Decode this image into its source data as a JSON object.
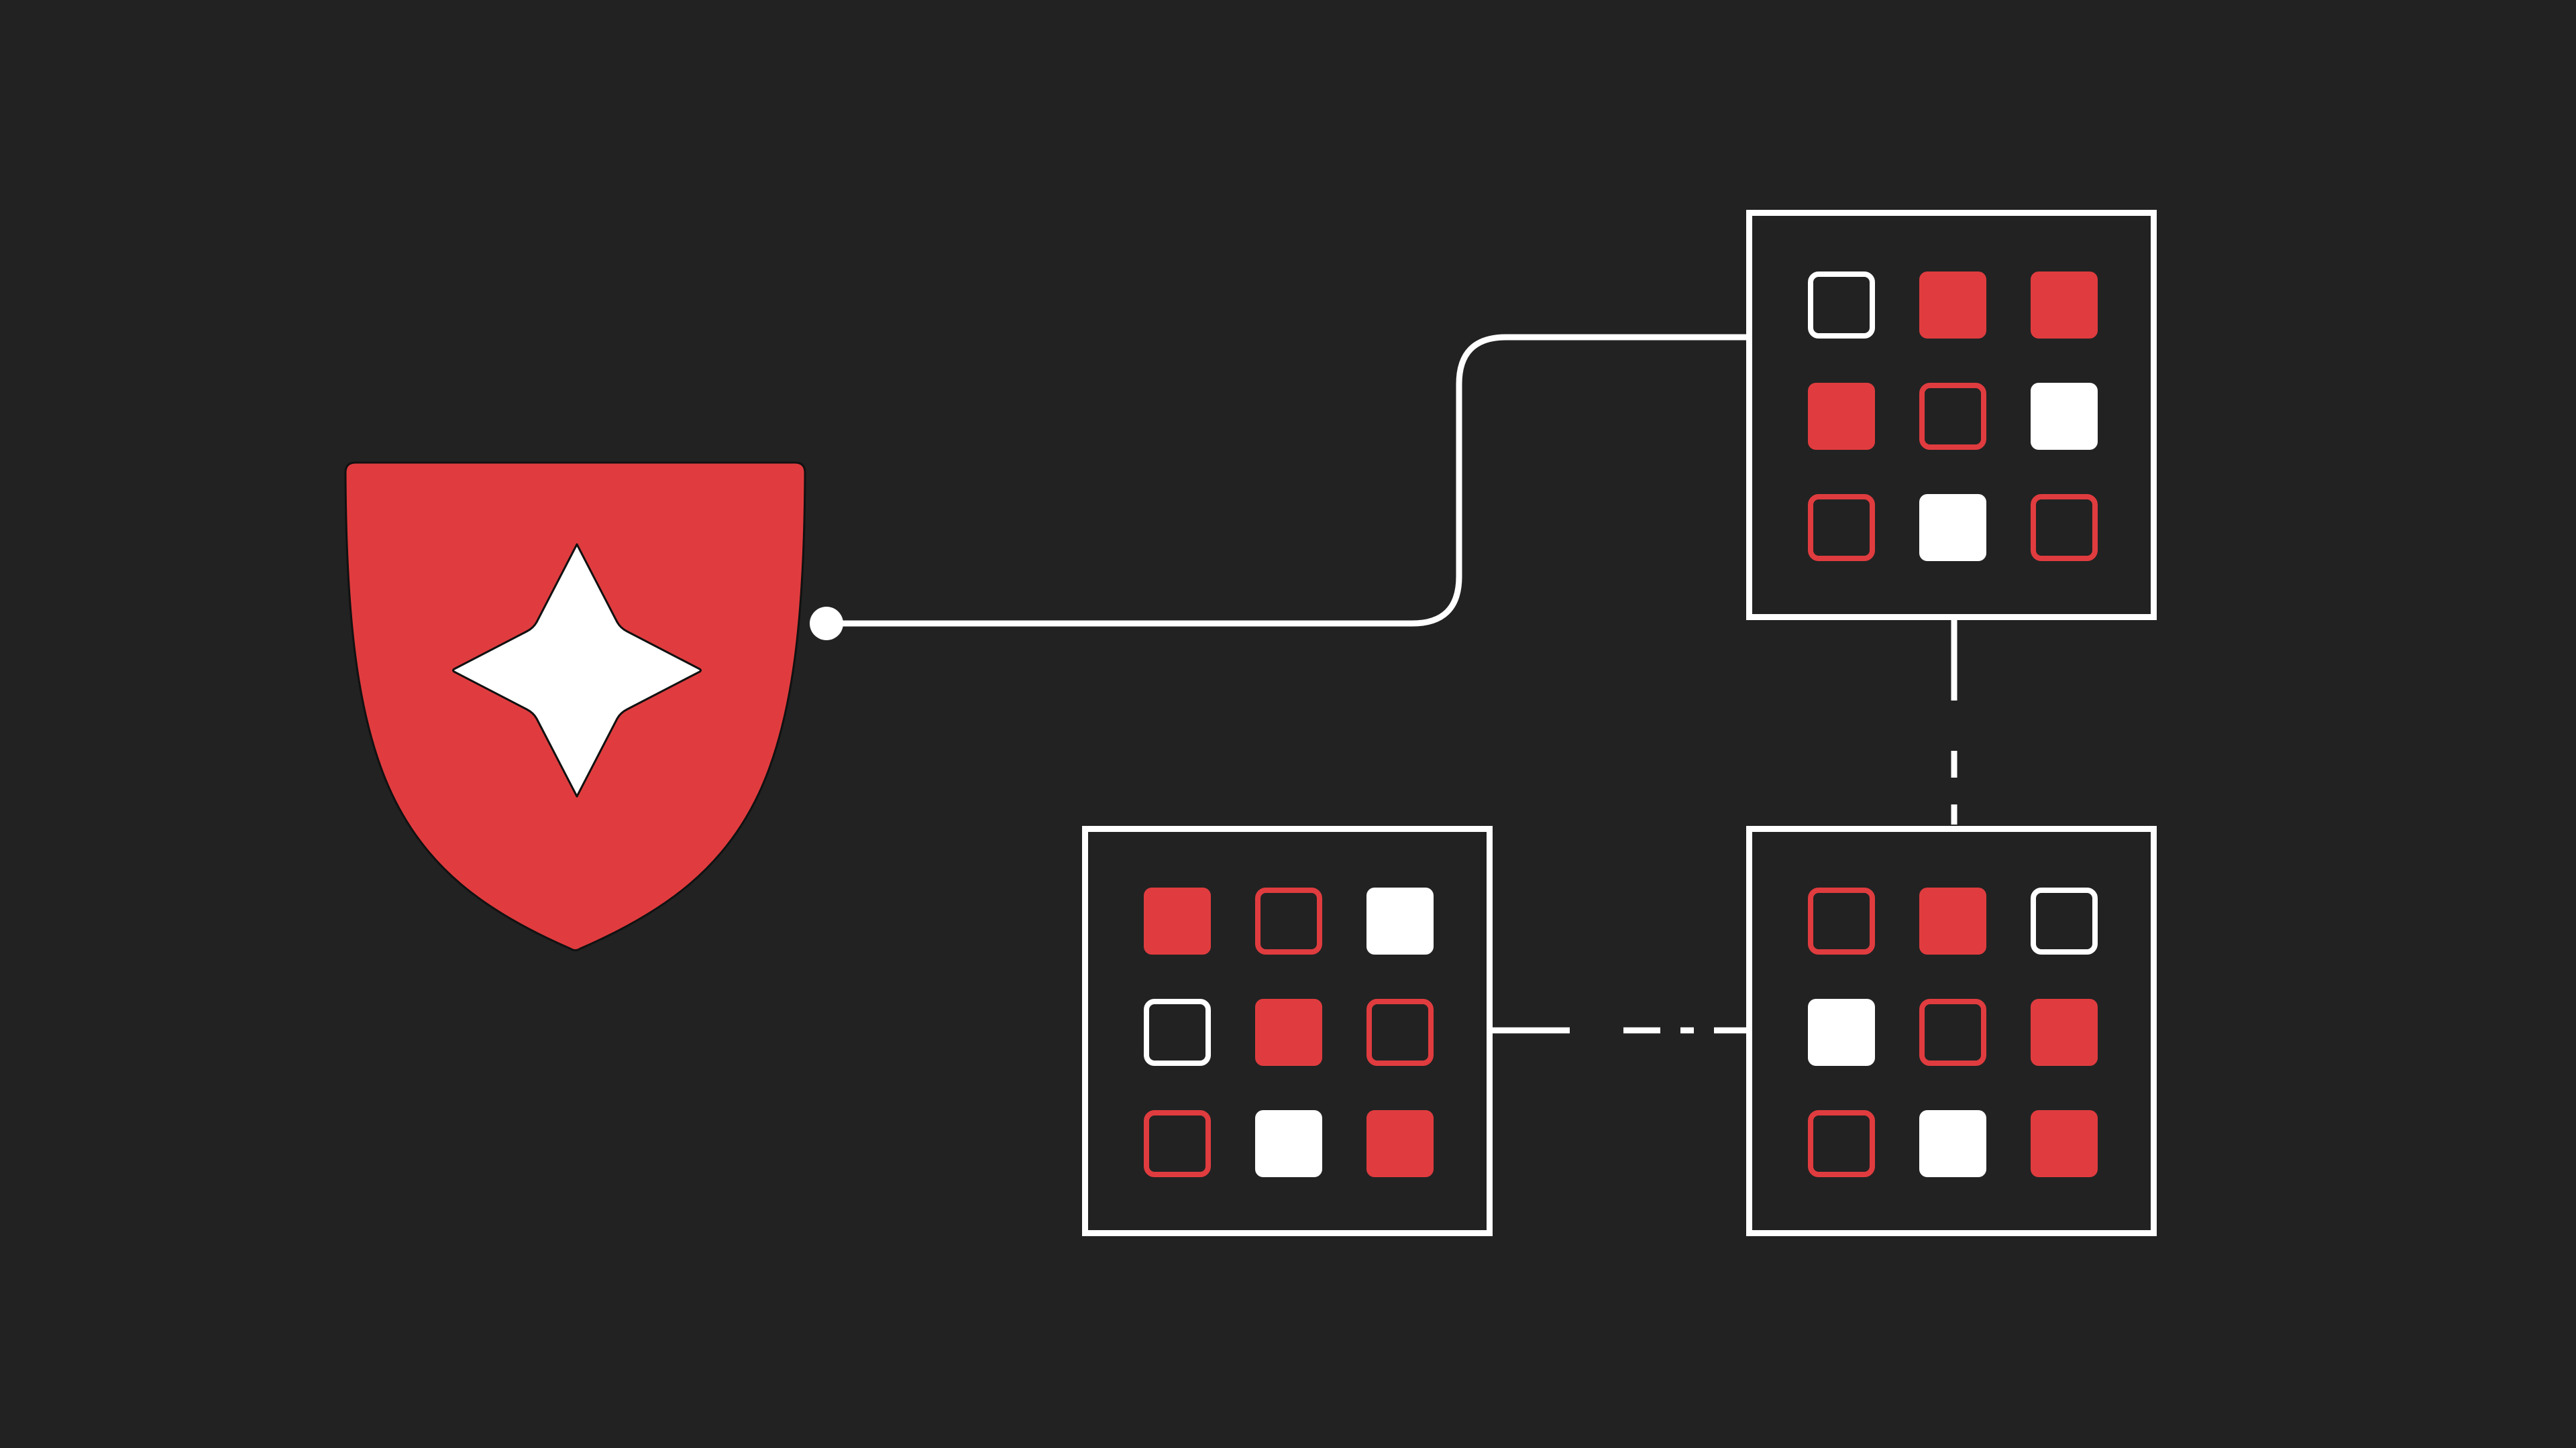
{
  "colors": {
    "background": "#222222",
    "accent_red": "#e03c3f",
    "white": "#ffffff",
    "star_outline": "#111111"
  },
  "shield": {
    "icon": "shield-icon",
    "emblem_icon": "four-point-star-icon",
    "color": "#e03c3f"
  },
  "grids": [
    {
      "name": "grid-top-right",
      "cells": [
        [
          "white-outline",
          "red-fill",
          "red-fill"
        ],
        [
          "red-fill",
          "red-outline",
          "white-fill"
        ],
        [
          "red-outline",
          "white-fill",
          "red-outline"
        ]
      ]
    },
    {
      "name": "grid-bottom-right",
      "cells": [
        [
          "red-outline",
          "red-fill",
          "white-outline"
        ],
        [
          "white-fill",
          "red-outline",
          "red-fill"
        ],
        [
          "red-outline",
          "white-fill",
          "red-fill"
        ]
      ]
    },
    {
      "name": "grid-bottom-left",
      "cells": [
        [
          "red-fill",
          "red-outline",
          "white-fill"
        ],
        [
          "white-outline",
          "red-fill",
          "red-outline"
        ],
        [
          "red-outline",
          "white-fill",
          "red-fill"
        ]
      ]
    }
  ],
  "connectors": [
    {
      "name": "connector-shield-to-top-grid",
      "style": "solid"
    },
    {
      "name": "connector-top-to-bottom-right-grid",
      "style": "dashed"
    },
    {
      "name": "connector-bottom-left-to-bottom-right-grid",
      "style": "dashed"
    }
  ]
}
